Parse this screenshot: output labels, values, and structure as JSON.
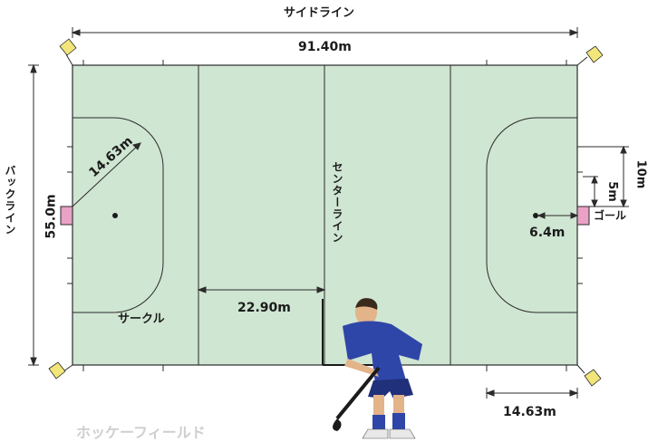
{
  "colors": {
    "field": "#cfe6d2",
    "goal": "#e9a2c6",
    "flag": "#f2e57a",
    "line": "#2b2b2b",
    "player_shirt": "#2e46a8"
  },
  "labels": {
    "side_line": "サイドライン",
    "field_length": "91.40m",
    "back_line": "バックライン",
    "field_width": "55.0m",
    "circle_radius": "14.63m",
    "center_line": "センターライン",
    "circle": "サークル",
    "twenty_three_m": "22.90m",
    "right_circle_dim": "14.63m",
    "goal": "ゴール",
    "penalty_spot": "6.4m",
    "dim_5m": "5m",
    "dim_10m": "10m",
    "caption_partial": "ホッケーフィールド"
  }
}
